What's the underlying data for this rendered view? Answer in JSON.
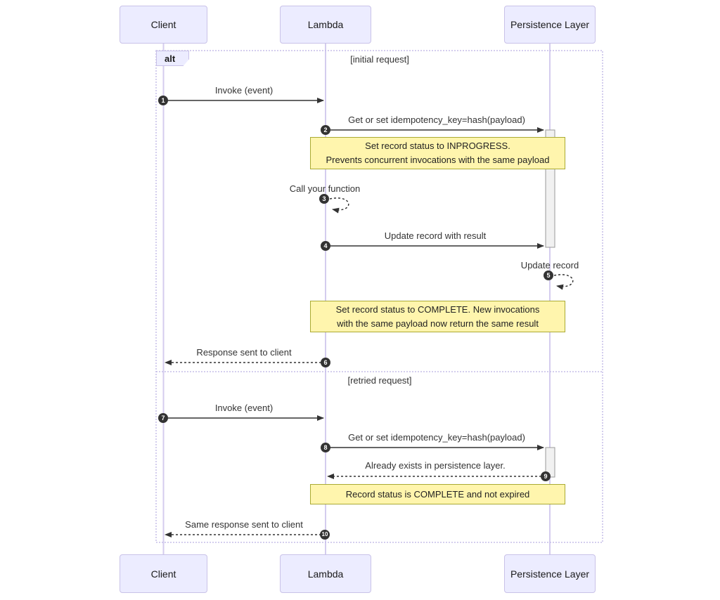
{
  "diagram_type": "sequence-diagram",
  "actors": [
    {
      "label": "Client"
    },
    {
      "label": "Lambda"
    },
    {
      "label": "Persistence Layer"
    }
  ],
  "frame": {
    "label": "alt",
    "sections": [
      {
        "label": "[initial request]"
      },
      {
        "label": "[retried request]"
      }
    ]
  },
  "messages": [
    {
      "num": "1",
      "text": "Invoke (event)",
      "from": "Client",
      "to": "Lambda",
      "style": "solid"
    },
    {
      "num": "2",
      "text": "Get or set idempotency_key=hash(payload)",
      "from": "Lambda",
      "to": "Persistence Layer",
      "style": "solid"
    },
    {
      "num": "3",
      "text": "Call your function",
      "from": "Lambda",
      "to": "Lambda",
      "style": "dashed-self"
    },
    {
      "num": "4",
      "text": "Update record with result",
      "from": "Lambda",
      "to": "Persistence Layer",
      "style": "solid"
    },
    {
      "num": "5",
      "text": "Update record",
      "from": "Persistence Layer",
      "to": "Persistence Layer",
      "style": "dashed-self"
    },
    {
      "num": "6",
      "text": "Response sent to client",
      "from": "Lambda",
      "to": "Client",
      "style": "dashed"
    },
    {
      "num": "7",
      "text": "Invoke (event)",
      "from": "Client",
      "to": "Lambda",
      "style": "solid"
    },
    {
      "num": "8",
      "text": "Get or set idempotency_key=hash(payload)",
      "from": "Lambda",
      "to": "Persistence Layer",
      "style": "solid"
    },
    {
      "num": "9",
      "text": "Already exists in persistence layer.",
      "from": "Persistence Layer",
      "to": "Lambda",
      "style": "dashed"
    },
    {
      "num": "10",
      "text": "Same response sent to client",
      "from": "Lambda",
      "to": "Client",
      "style": "dashed"
    }
  ],
  "notes": [
    {
      "lines": [
        "Set record status to INPROGRESS.",
        "Prevents concurrent invocations with the same payload"
      ]
    },
    {
      "lines": [
        "Set record status to COMPLETE. New invocations",
        "with the same payload now return the same result"
      ]
    },
    {
      "lines": [
        "Record status is COMPLETE and not expired"
      ]
    }
  ],
  "colors": {
    "actor_fill": "#ECECFF",
    "actor_border": "#c9c2e8",
    "lifeline": "#d4ccee",
    "frame_border": "#c5bde8",
    "note_fill": "#fff5ad",
    "note_border": "#aaaa33",
    "arrow": "#333333",
    "step_badge": "#333333",
    "activation_fill": "#f1f1f1",
    "activation_border": "#999999"
  }
}
